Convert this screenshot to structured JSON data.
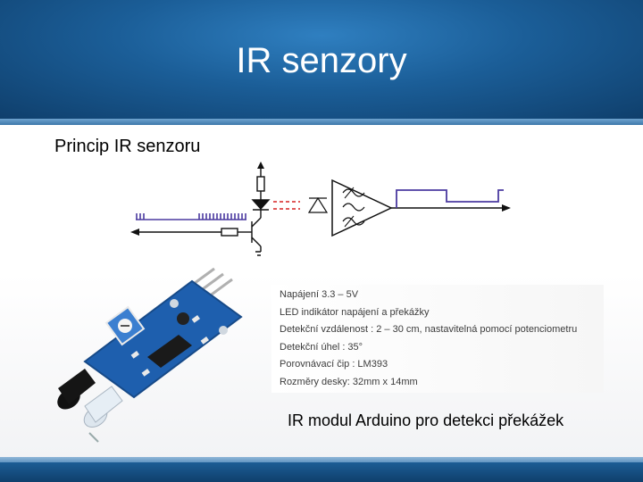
{
  "slide": {
    "title": "IR senzory",
    "subtitle": "Princip IR senzoru",
    "specs": [
      "Napájení 3.3 – 5V",
      "LED indikátor napájení a překážky",
      "Detekční vzdálenost : 2 – 30 cm, nastavitelná pomocí potenciometru",
      "Detekční úhel : 35°",
      "Porovnávací čip : LM393",
      "Rozměry desky: 32mm x 14mm"
    ],
    "caption": "IR modul Arduino pro detekci překážek"
  },
  "colors": {
    "header": "#1b5e98",
    "signal": "#4b3aa0",
    "circuit": "#111111",
    "led": "#d62020",
    "pcb": "#1e5fae"
  }
}
